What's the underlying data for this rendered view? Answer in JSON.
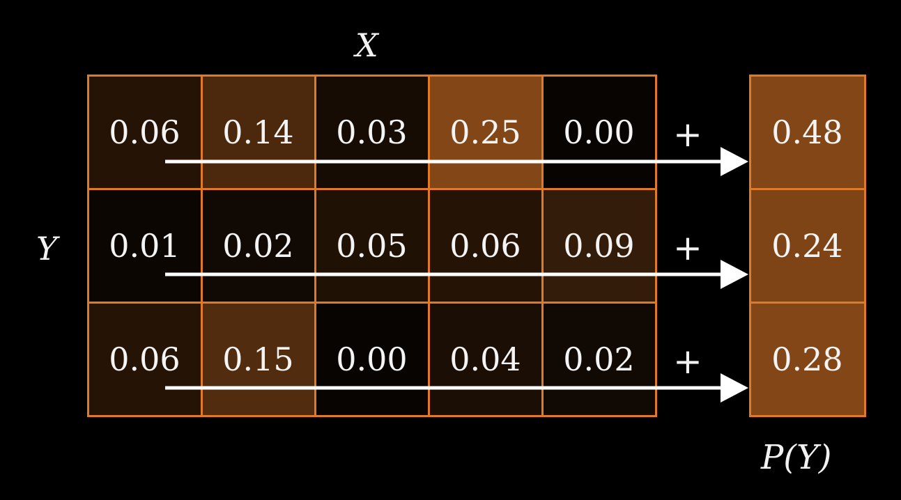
{
  "labels": {
    "x": "X",
    "y": "Y",
    "py": "P(Y)"
  },
  "operator": "+",
  "joint": [
    [
      "0.06",
      "0.14",
      "0.03",
      "0.25",
      "0.00"
    ],
    [
      "0.01",
      "0.02",
      "0.05",
      "0.06",
      "0.09"
    ],
    [
      "0.06",
      "0.15",
      "0.00",
      "0.04",
      "0.02"
    ]
  ],
  "marginal": [
    "0.48",
    "0.24",
    "0.28"
  ],
  "colors": {
    "border": "#e07a27",
    "fill_base": "#8a4a17",
    "arrow": "#ffffff",
    "background": "#000000"
  }
}
